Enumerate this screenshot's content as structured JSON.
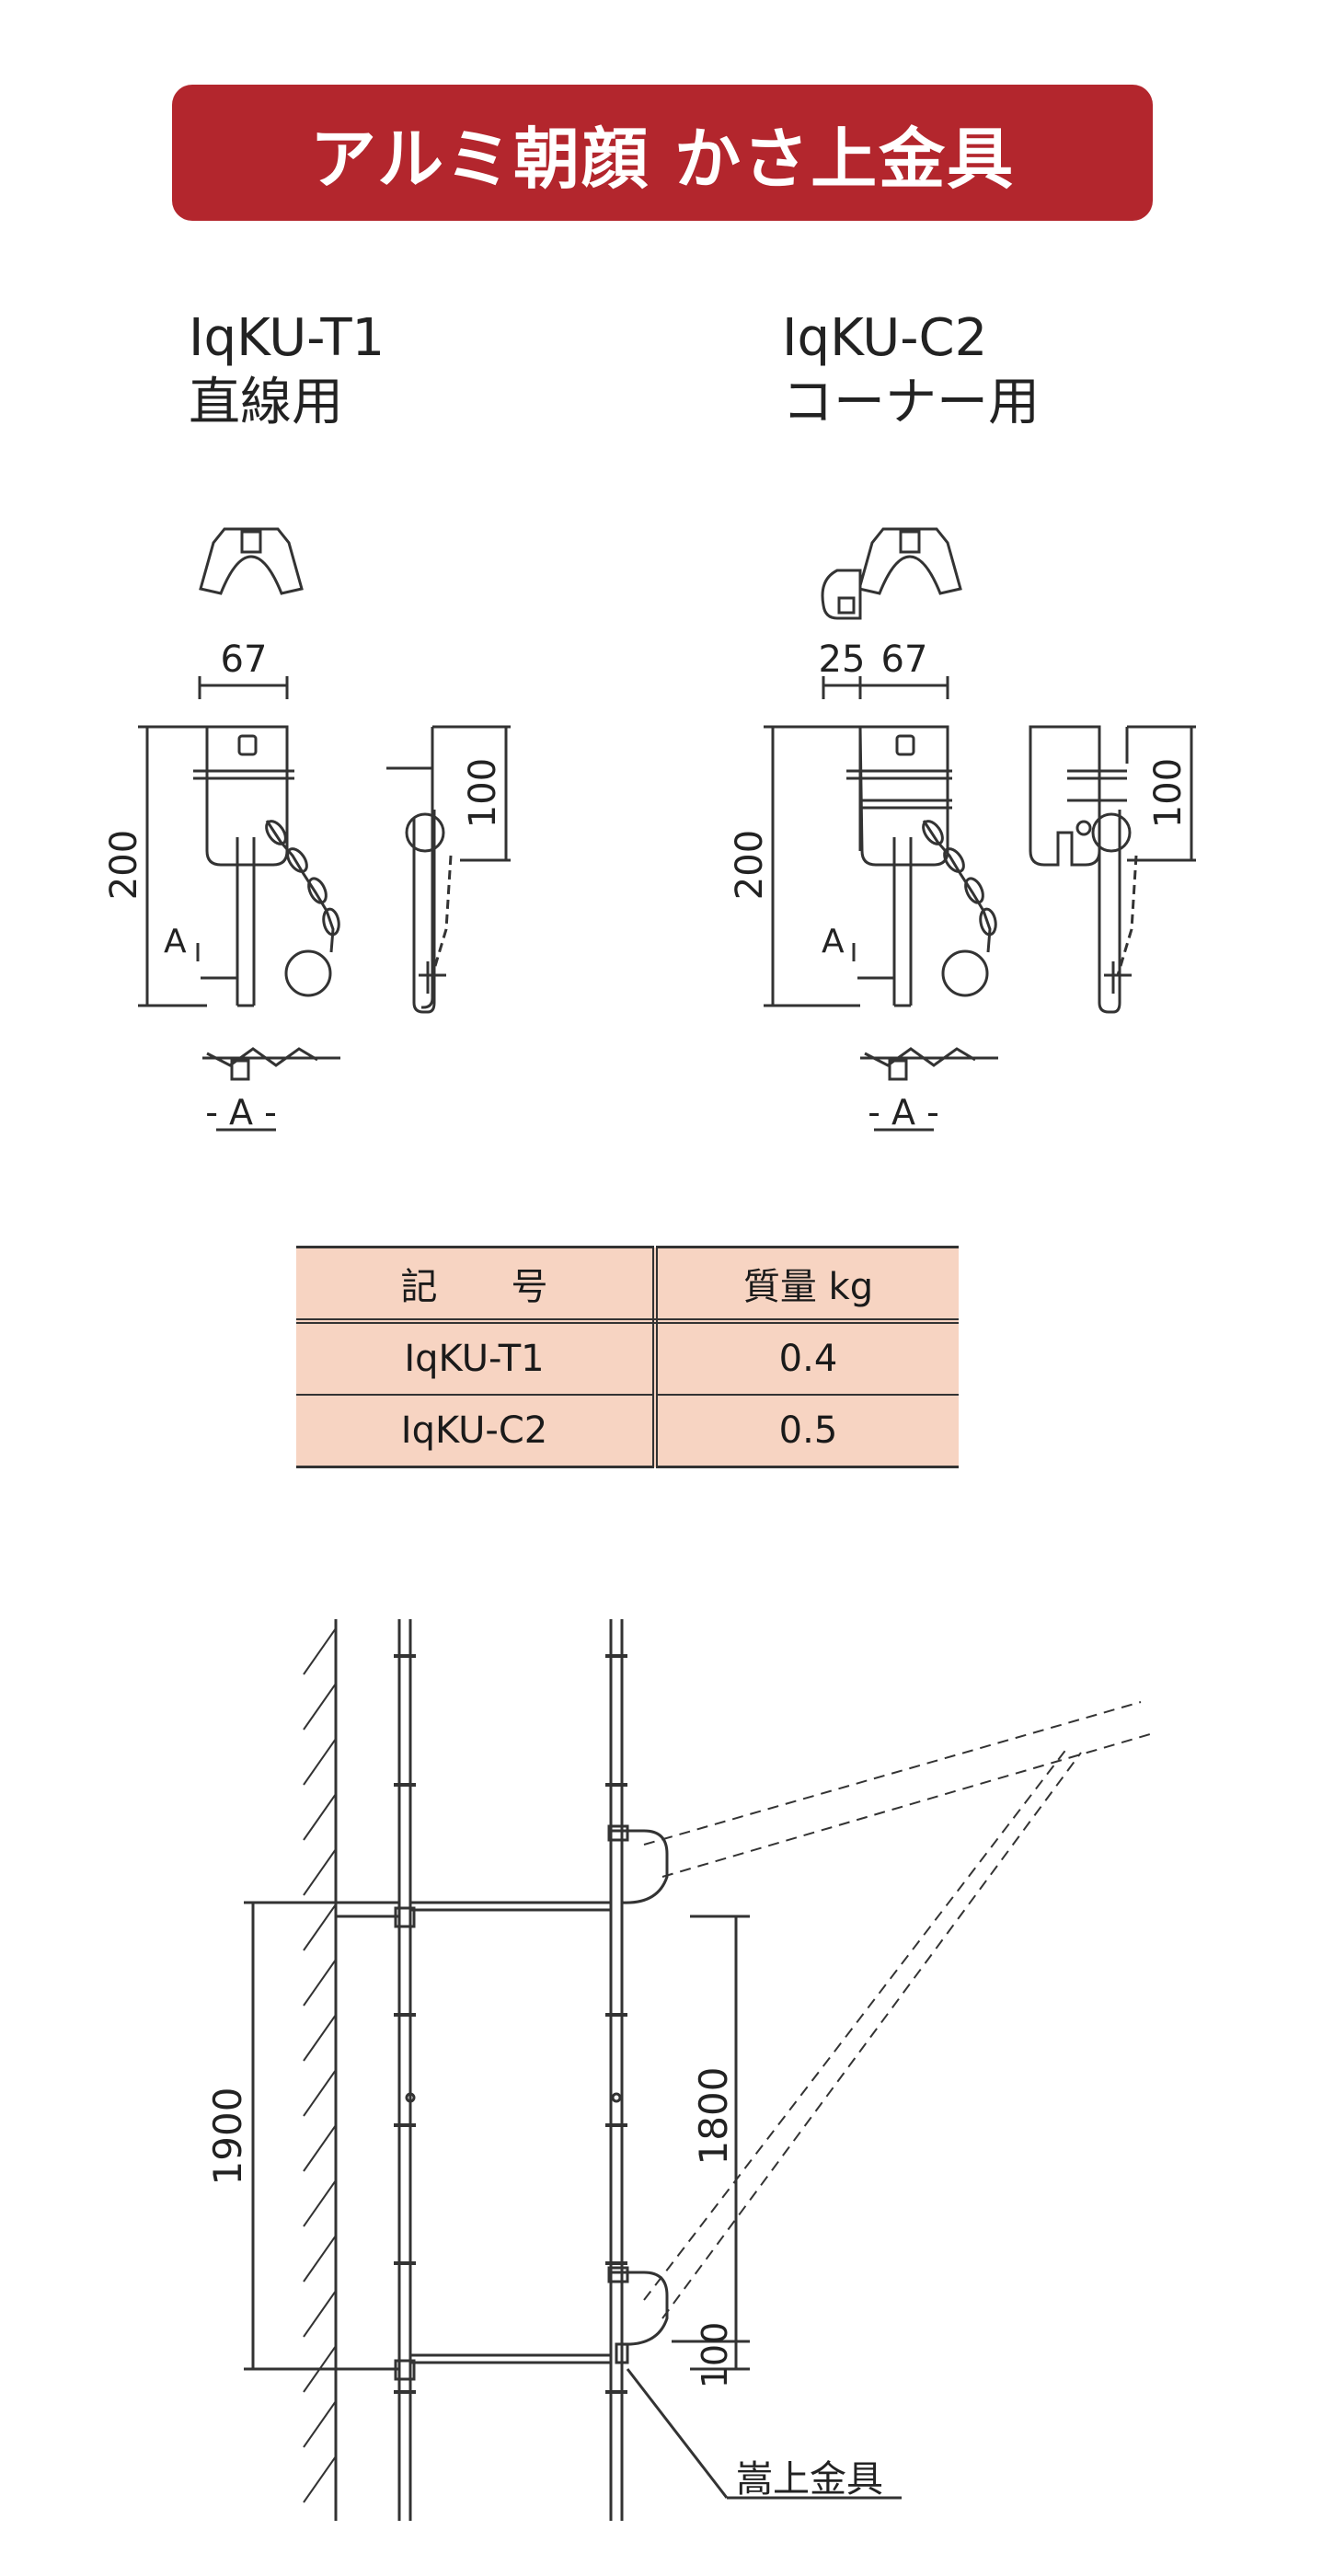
{
  "title": "アルミ朝顔 かさ上金具",
  "models": [
    {
      "code": "IqKU-T1",
      "use": "直線用"
    },
    {
      "code": "IqKU-C2",
      "use": "コーナー用"
    }
  ],
  "dims": {
    "width": "67",
    "width_c2": "25",
    "width_c2b": "67",
    "height": "200",
    "side_height": "100",
    "section_mark": "A",
    "section_label": "- A -"
  },
  "table": {
    "headers": [
      "記　　号",
      "質量 kg"
    ],
    "rows": [
      {
        "code": "IqKU-T1",
        "mass": "0.4"
      },
      {
        "code": "IqKU-C2",
        "mass": "0.5"
      }
    ]
  },
  "install": {
    "dim_left": "1900",
    "dim_right": "1800",
    "dim_bottom": "100",
    "callout": "嵩上金具"
  },
  "colors": {
    "banner": "#b3262d",
    "table_fill": "#f7d4c2"
  }
}
